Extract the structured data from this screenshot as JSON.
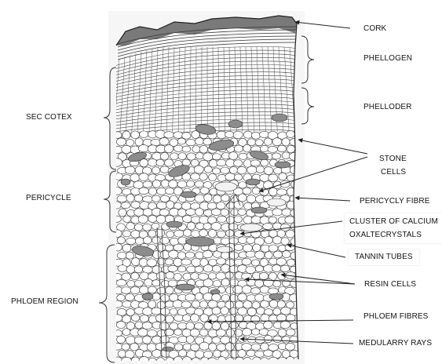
{
  "labels": {
    "cork": "CORK",
    "phellogen": "PHELLOGEN",
    "phelloder": "PHELLODER",
    "sec_cotex": "SEC COTEX",
    "stone_1": "STONE",
    "stone_2": "CELLS",
    "pericycle": "PERICYCLE",
    "pericycly_fibre": "PERICYCLY FIBRE",
    "cluster_1": "CLUSTER OF CALCIUM",
    "cluster_2": "OXALTECRYSTALS",
    "tannin_tubes": "TANNIN TUBES",
    "resin_cells": "RESIN CELLS",
    "phloem_region": "PHLOEM REGION",
    "phloem_fibres": "PHLOEM FIBRES",
    "medularry_rays": "MEDULARRY RAYS"
  },
  "colors": {
    "ink": "#222222",
    "stone_fill": "#8c8c8c",
    "paper": "#f7f7f7"
  }
}
